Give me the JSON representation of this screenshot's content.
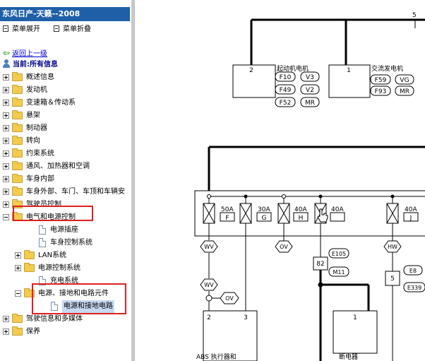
{
  "window": {
    "title": "东风日产-天籁--2008"
  },
  "toolbar": {
    "expand_label": "菜单展开",
    "collapse_label": "菜单折叠"
  },
  "nav": {
    "back_label": "返回上一级",
    "current_label": "当前:所有信息"
  },
  "tree": [
    {
      "label": "概述信息",
      "level": 0,
      "kind": "folder",
      "expander": "plus"
    },
    {
      "label": "发动机",
      "level": 0,
      "kind": "folder",
      "expander": "plus"
    },
    {
      "label": "变速箱＆传动系",
      "level": 0,
      "kind": "folder",
      "expander": "plus"
    },
    {
      "label": "悬架",
      "level": 0,
      "kind": "folder",
      "expander": "plus"
    },
    {
      "label": "制动器",
      "level": 0,
      "kind": "folder",
      "expander": "plus"
    },
    {
      "label": "转向",
      "level": 0,
      "kind": "folder",
      "expander": "plus"
    },
    {
      "label": "约束系统",
      "level": 0,
      "kind": "folder",
      "expander": "plus"
    },
    {
      "label": "通风、加热器和空调",
      "level": 0,
      "kind": "folder",
      "expander": "plus"
    },
    {
      "label": "车身内部",
      "level": 0,
      "kind": "folder",
      "expander": "plus"
    },
    {
      "label": "车身外部、车门、车顶和车辆安",
      "level": 0,
      "kind": "folder",
      "expander": "plus"
    },
    {
      "label": "驾驶员控制",
      "level": 0,
      "kind": "folder",
      "expander": "plus"
    },
    {
      "label": "电气和电源控制",
      "level": 0,
      "kind": "folder",
      "expander": "minus"
    },
    {
      "label": "电源插座",
      "level": 1,
      "kind": "doc",
      "expander": ""
    },
    {
      "label": "车身控制系统",
      "level": 1,
      "kind": "doc",
      "expander": ""
    },
    {
      "label": "LAN系统",
      "level": 1,
      "kind": "folder",
      "expander": "plus"
    },
    {
      "label": "电源控制系统",
      "level": 1,
      "kind": "folder",
      "expander": "plus"
    },
    {
      "label": "充电系统",
      "level": 1,
      "kind": "doc",
      "expander": ""
    },
    {
      "label": "电源、接地和电路元件",
      "level": 1,
      "kind": "folder",
      "expander": "minus"
    },
    {
      "label": "电源和接地电路",
      "level": 2,
      "kind": "doc",
      "expander": "",
      "selected": true
    },
    {
      "label": "驾驶信息和多媒体",
      "level": 0,
      "kind": "folder",
      "expander": "plus"
    },
    {
      "label": "保养",
      "level": 0,
      "kind": "folder",
      "expander": "plus"
    }
  ],
  "diagram": {
    "top_pin": "5",
    "starter": {
      "name": "起动机电机",
      "pin": "2",
      "conns": [
        [
          "F10",
          "V3"
        ],
        [
          "F49",
          "V2"
        ],
        [
          "F52",
          "MR"
        ]
      ]
    },
    "alternator": {
      "name": "交流发电机",
      "pin": "1",
      "conns": [
        [
          "F59",
          "VG"
        ],
        [
          "F93",
          "MR"
        ]
      ]
    },
    "fuses": [
      {
        "amp": "50A",
        "id": "F"
      },
      {
        "amp": "30A",
        "id": "G"
      },
      {
        "amp": "40A",
        "id": "H"
      },
      {
        "amp": "40A",
        "id": ""
      },
      {
        "amp": "40A",
        "id": "J"
      }
    ],
    "wires": {
      "w1": "WV",
      "w2": "OV",
      "w3": "HW",
      "w4": "WV",
      "w5": "OV"
    },
    "e105": {
      "pin": "82",
      "top": "E105",
      "bottom": "M11"
    },
    "e8": {
      "pin": "5",
      "top": "E8",
      "bottom": "E339"
    },
    "abs": {
      "pin_a": "2",
      "pin_b": "3",
      "name": "ABS 执行器和"
    },
    "breaker": {
      "pin": "1",
      "name": "断电器"
    }
  },
  "colors": {
    "title_bar": "#1f5fa8",
    "highlight": "#e02020",
    "selected": "#c6d9f1"
  }
}
